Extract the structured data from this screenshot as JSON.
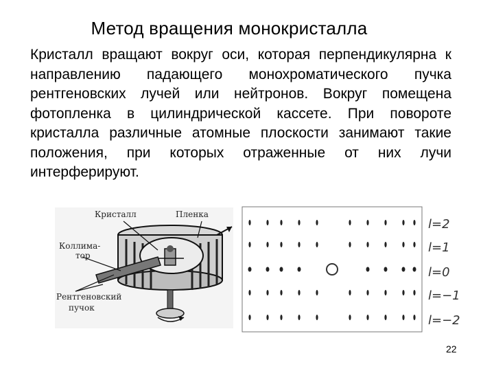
{
  "slide": {
    "title": "Метод вращения монокристалла",
    "paragraph": "Кристалл вращают вокруг оси, которая перпендикулярна к направлению падающего монохроматического пучка рентгеновских лучей или нейтронов. Вокруг помещена фотопленка в цилиндрической кассете. При повороте кристалла различные атомные плоскости занимают такие положения, при которых отраженные от них лучи интерферируют.",
    "page_number": "22"
  },
  "apparatus": {
    "label_crystal": "Кристалл",
    "label_film": "Пленка",
    "label_collimator_1": "Коллима-",
    "label_collimator_2": "тор",
    "label_xray_1": "Рентгеновский",
    "label_xray_2": "пучок"
  },
  "pattern": {
    "layer_labels": [
      "l=2",
      "l=1",
      "l=0",
      "l=−1",
      "l=−2"
    ]
  }
}
